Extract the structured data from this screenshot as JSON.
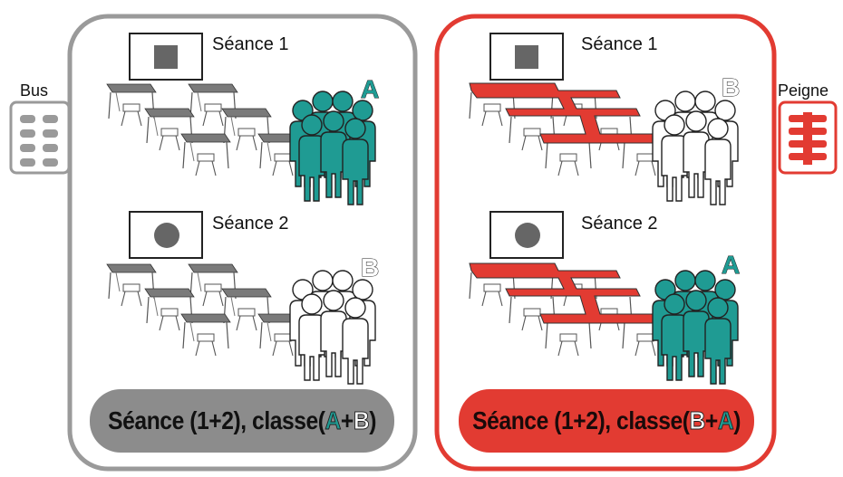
{
  "colors": {
    "teal": "#1f9b93",
    "red": "#e23b32",
    "grey_panel": "#9a9a9a",
    "grey_footer": "#8c8c8c",
    "dark_red_text": "#1a0a0a"
  },
  "icons": {
    "bus": "bus-layout-icon",
    "comb": "comb-layout-icon",
    "screen_square": "square-projector-icon",
    "screen_circle": "circle-projector-icon",
    "group": "student-group-icon",
    "desk": "desk-icon"
  },
  "left_side": {
    "layout_label": "Bus",
    "session1": {
      "label": "Séance 1",
      "group_letter": "A",
      "group_color": "teal"
    },
    "session2": {
      "label": "Séance 2",
      "group_letter": "B",
      "group_color": "white"
    },
    "footer": {
      "prefix": "Séance (1+2), classe(",
      "letter1": "A",
      "plus": "+",
      "letter2": "B",
      "suffix": ")"
    }
  },
  "right_side": {
    "layout_label": "Peigne",
    "session1": {
      "label": "Séance 1",
      "group_letter": "B",
      "group_color": "white"
    },
    "session2": {
      "label": "Séance 2",
      "group_letter": "A",
      "group_color": "teal"
    },
    "footer": {
      "prefix": "Séance (1+2), classe(",
      "letter1": "B",
      "plus": "+",
      "letter2": "A",
      "suffix": ")"
    }
  }
}
